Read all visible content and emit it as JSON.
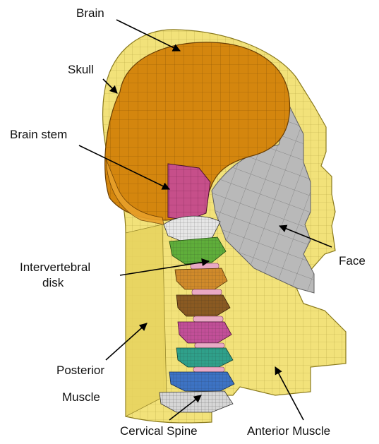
{
  "labels": {
    "brain": "Brain",
    "skull": "Skull",
    "brain_stem": "Brain stem",
    "intervertebral_line1": "Intervertebral",
    "intervertebral_line2": "disk",
    "face": "Face",
    "posterior_line1": "Posterior",
    "posterior_line2": "Muscle",
    "cervical_spine": "Cervical Spine",
    "anterior_muscle": "Anterior Muscle"
  },
  "colors": {
    "skull_fill": "#f2e27a",
    "skull_dark": "#d9c24e",
    "brain_fill": "#d4860e",
    "brain_light": "#e9a02a",
    "brain_stem": "#c64f8a",
    "face_fill": "#b9b9b9",
    "mesh_line": "#5a4a10",
    "vertebra_white": "#e6e6e6",
    "vertebra_green": "#5fae3a",
    "vertebra_orange": "#d08a2a",
    "vertebra_brown": "#8a5a22",
    "vertebra_pink": "#c24f98",
    "vertebra_teal": "#2fa08a",
    "vertebra_blue": "#3d73c4",
    "disk_pink": "#e9a9c4",
    "arrow": "#000000"
  }
}
